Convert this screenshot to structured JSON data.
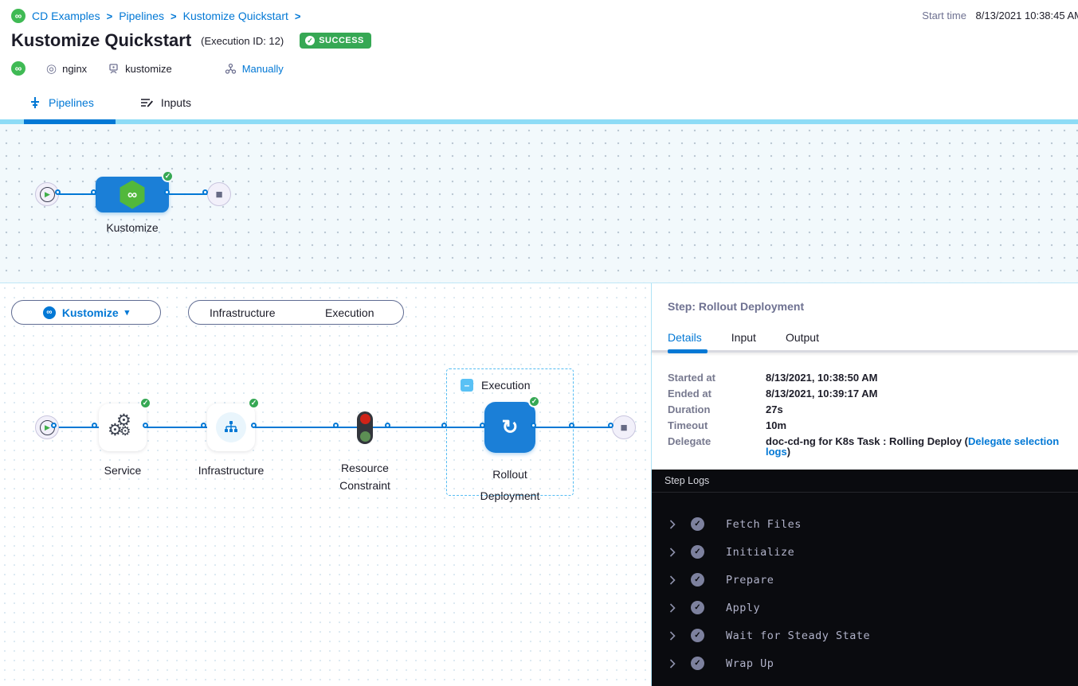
{
  "header": {
    "breadcrumb": {
      "items": [
        "CD Examples",
        "Pipelines",
        "Kustomize Quickstart"
      ],
      "separator": ">"
    },
    "start_time": {
      "label": "Start time",
      "value": "8/13/2021 10:38:45 AM"
    },
    "title": "Kustomize Quickstart",
    "execution_id": "(Execution ID: 12)",
    "status": "SUCCESS",
    "service_name": "nginx",
    "environment_name": "kustomize",
    "trigger_label": "Manually"
  },
  "tabs": {
    "pipelines": "Pipelines",
    "inputs": "Inputs"
  },
  "pipeline_graph": {
    "stage_label": "Kustomize"
  },
  "stage_toolbar": {
    "stage_selector_label": "Kustomize",
    "views": [
      "Infrastructure",
      "Execution"
    ]
  },
  "execution_graph": {
    "group_label": "Execution",
    "nodes": [
      "Service",
      "Infrastructure",
      "Resource Constraint",
      "Rollout Deployment"
    ]
  },
  "step_panel": {
    "title": "Step: Rollout Deployment",
    "tabs": [
      "Details",
      "Input",
      "Output"
    ],
    "details": [
      {
        "label": "Started at",
        "value": "8/13/2021, 10:38:50 AM"
      },
      {
        "label": "Ended at",
        "value": "8/13/2021, 10:39:17 AM"
      },
      {
        "label": "Duration",
        "value": "27s"
      },
      {
        "label": "Timeout",
        "value": "10m"
      },
      {
        "label": "Delegate",
        "value": "doc-cd-ng for K8s Task : Rolling Deploy (",
        "link": "Delegate selection logs",
        "suffix": ")"
      }
    ]
  },
  "step_logs": {
    "title": "Step Logs",
    "sections": [
      "Fetch Files",
      "Initialize",
      "Prepare",
      "Apply",
      "Wait for Steady State",
      "Wrap Up"
    ]
  },
  "icons": {
    "infinity": "∞",
    "target": "◎",
    "play": "▶",
    "stop": "■",
    "check": "✓",
    "minus": "–",
    "caret": "▾",
    "redo": "↻"
  },
  "colors": {
    "accent_blue": "#0278d5",
    "success_green": "#36a854",
    "node_blue": "#1b7fd7",
    "hex_green": "#52b83c",
    "logs_bg": "#0a0b0f",
    "canvas_bg": "#f2f9fc"
  }
}
